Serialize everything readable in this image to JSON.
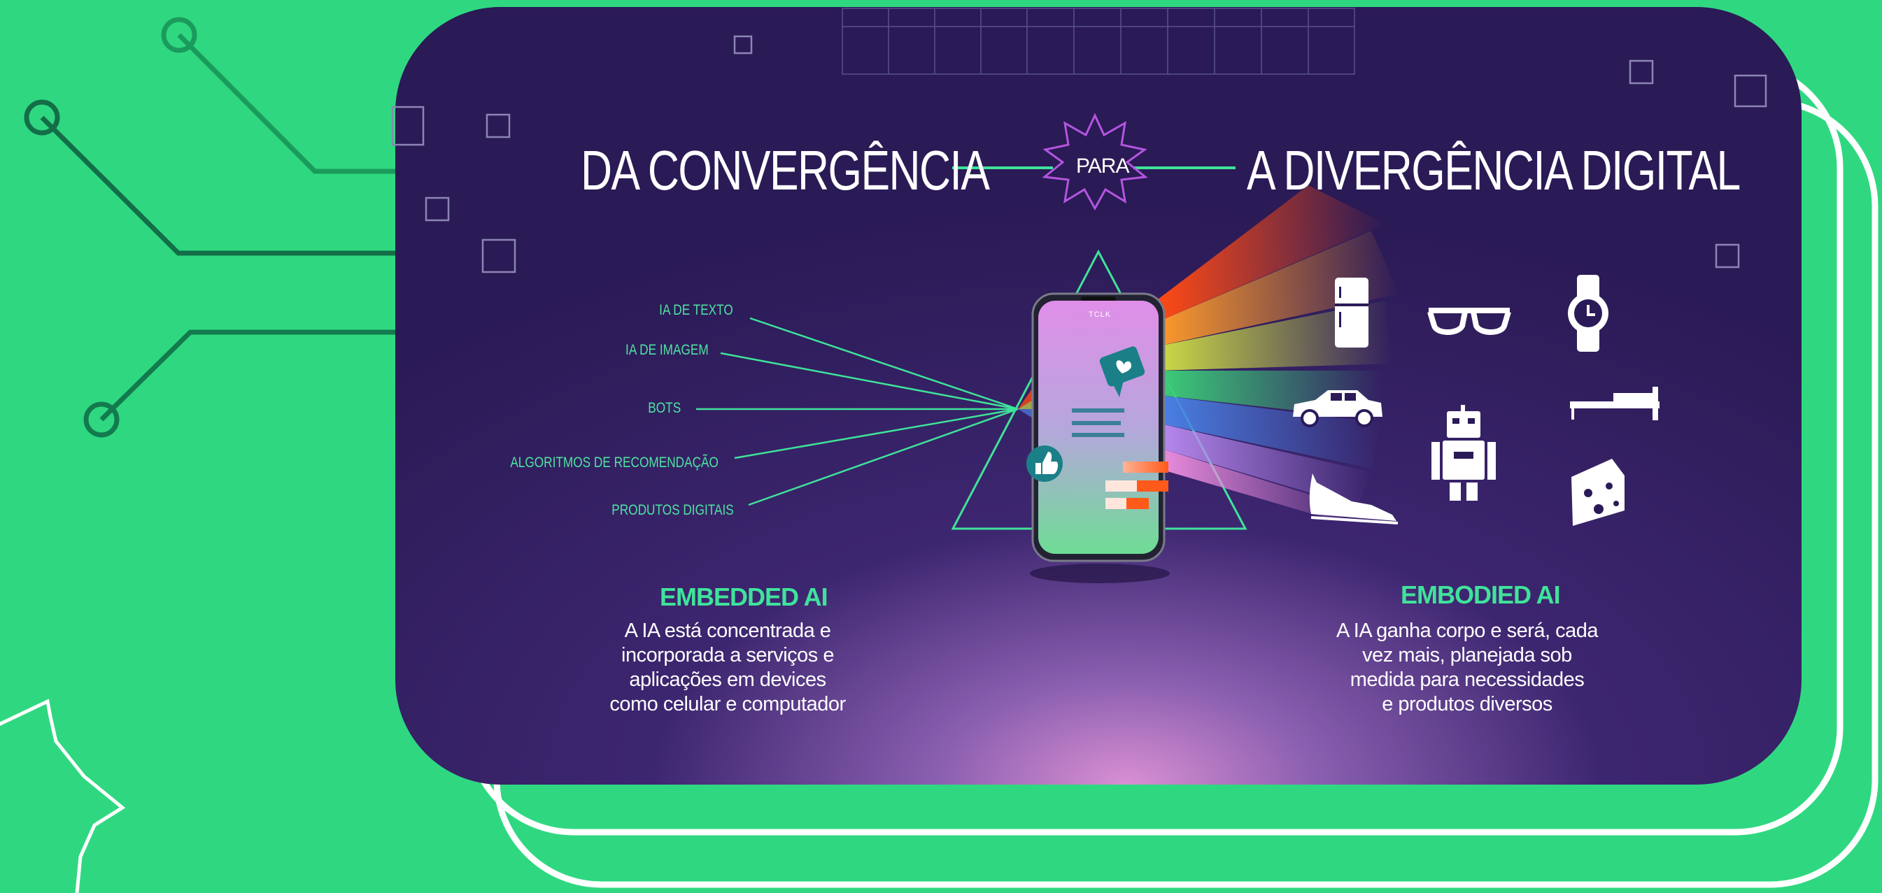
{
  "title_left": "DA CONVERGÊNCIA",
  "title_connector": "PARA",
  "title_right": "A DIVERGÊNCIA DIGITAL",
  "inputs": [
    "IA DE TEXTO",
    "IA DE IMAGEM",
    "BOTS",
    "ALGORITMOS DE RECOMENDAÇÃO",
    "PRODUTOS DIGITAIS"
  ],
  "phone_brand": "TCLK",
  "outputs": [
    "refrigerator-icon",
    "glasses-icon",
    "watch-icon",
    "car-icon",
    "robot-icon",
    "bed-icon",
    "sneaker-icon",
    "cheese-icon"
  ],
  "embedded": {
    "heading": "EMBEDDED AI",
    "lines": [
      "A IA está concentrada e",
      "incorporada a serviços e",
      "aplicações em devices",
      "como celular e computador"
    ]
  },
  "embodied": {
    "heading": "EMBODIED AI",
    "lines": [
      "A IA ganha corpo e será, cada",
      "vez mais, planejada sob",
      "medida para necessidades",
      "e produtos diversos"
    ]
  },
  "colors": {
    "background_green": "#2fd880",
    "panel_purple": "#2b1a58",
    "accent_green": "#3fe39a",
    "star_purple": "#b455e0"
  }
}
